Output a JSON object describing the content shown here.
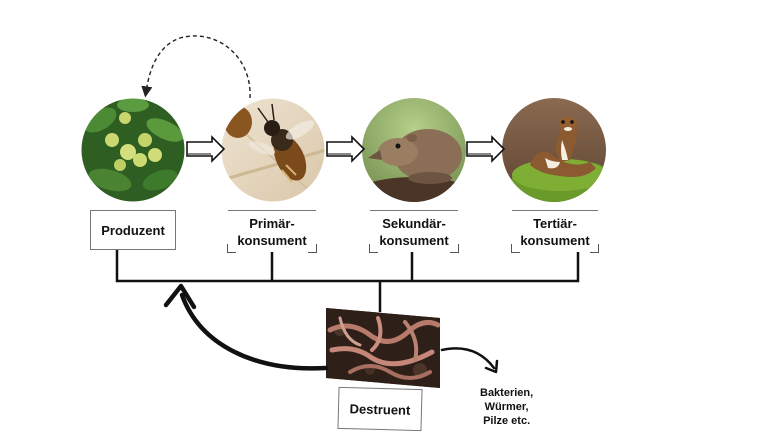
{
  "labels": {
    "produzent": "Produzent",
    "primaer": "Primär-\nkonsument",
    "sekundaer": "Sekundär-\nkonsument",
    "tertiaer": "Tertiär-\nkonsument",
    "destruent": "Destruent"
  },
  "destruent_note": "Bakterien,\nWürmer,\nPilze etc.",
  "colors": {
    "line": "#111111",
    "leaf": "#3f7a2a",
    "berry": "#c8d86a",
    "bee": "#8a5a20",
    "shrew": "#8a6e55",
    "weasel": "#8b5a30",
    "moss": "#6a9a2a",
    "soil": "#3a2a22",
    "worm": "#b87a6a"
  },
  "icons": {
    "producer": "plant-berries-photo",
    "primary": "bee-photo",
    "secondary": "shrew-photo",
    "tertiary": "weasel-photo",
    "decomposer": "earthworms-photo"
  }
}
